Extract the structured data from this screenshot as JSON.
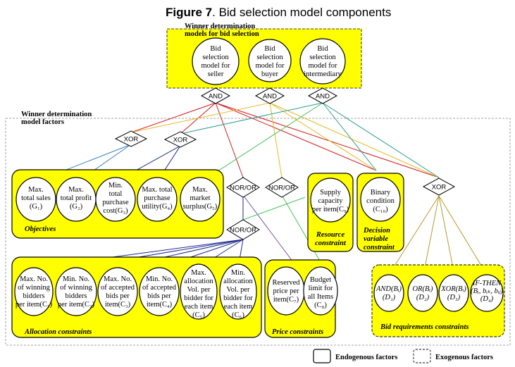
{
  "title": {
    "figure": "Figure 7",
    "rest": ". Bid selection model components"
  },
  "winner_models": {
    "label": [
      "Winner determination",
      "models for bid selection"
    ],
    "seller": [
      "Bid",
      "selection",
      "model for",
      "seller"
    ],
    "buyer": [
      "Bid",
      "selection",
      "model for",
      "buyer"
    ],
    "intermediary": [
      "Bid",
      "selection",
      "model for",
      "intermediary"
    ]
  },
  "factors_label": [
    "Winner determination",
    "model factors"
  ],
  "gates": {
    "and": "AND",
    "xor": "XOR",
    "nor_or": "NOR/OR"
  },
  "objectives": {
    "label": "Objectives",
    "g1": [
      "Max.",
      "total sales",
      "(G₁)"
    ],
    "g2": [
      "Max.",
      "total profit",
      "(G₂)"
    ],
    "g3": [
      "Min.",
      "total",
      "purchase",
      "cost(G₃)"
    ],
    "g4": [
      "Max. total",
      "purchase",
      "utility(G₄)"
    ],
    "g5": [
      "Max.",
      "market",
      "surplus(G₅)"
    ]
  },
  "resource": {
    "label": [
      "Resource",
      "constraint"
    ],
    "c9": [
      "Supply",
      "capacity",
      "per item(C₉)"
    ]
  },
  "decision": {
    "label": [
      "Decision",
      "variable",
      "constraint"
    ],
    "c10": [
      "Binary",
      "condition",
      "(C₁₀)"
    ]
  },
  "allocation": {
    "label": "Allocation constraints",
    "c1": [
      "Max. No.",
      "of winning",
      "bidders",
      "per item(C₁)"
    ],
    "c2": [
      "Min. No.",
      "of winning",
      "bidders",
      "per item(C₂)"
    ],
    "c3": [
      "Max. No.",
      "of accepted",
      "bids per",
      "item(C₃)"
    ],
    "c4": [
      "Min. No.",
      "of accepted",
      "bids per",
      "item(C₄)"
    ],
    "c5": [
      "Max.",
      "allocation",
      "Vol. per",
      "bidder for",
      "each item",
      "(C₅)"
    ],
    "c6": [
      "Min.",
      "allocation",
      "Vol. per",
      "bidder for",
      "each item",
      "(C₆)"
    ]
  },
  "price": {
    "label": "Price constraints",
    "c7": [
      "Reserved",
      "price per",
      "item(C₇)"
    ],
    "c8": [
      "Budget",
      "limit for",
      "all Items",
      "(C₈)"
    ]
  },
  "bidreq": {
    "label": "Bid requirements constraints",
    "d1": [
      "AND(Bᵢ)",
      "(D₁)"
    ],
    "d2": [
      "OR(Bᵢ)",
      "(D₂)"
    ],
    "d3": [
      "XOR(Bᵢ)",
      "(D₃)"
    ],
    "d4": [
      "IF-THEN",
      "(Bᵢ, bᵢₖ, bᵢⱼ)",
      "(D₄)"
    ]
  },
  "legend": {
    "endogenous": "Endogenous factors",
    "exogenous": "Exogenous factors"
  },
  "colors": {
    "yellow": "#ffff00",
    "blue": "#3b7dbf",
    "red": "#d11a1a",
    "gold": "#e5b829",
    "green": "#48c25a",
    "purple": "#7a4fb0",
    "olive": "#b59a2d",
    "navy": "#1f2a8c",
    "teal": "#2a9d8f"
  }
}
